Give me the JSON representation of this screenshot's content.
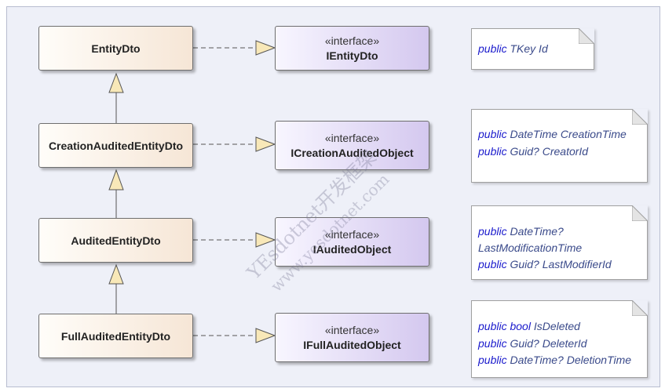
{
  "classes": [
    {
      "name": "EntityDto"
    },
    {
      "name": "CreationAuditedEntityDto"
    },
    {
      "name": "AuditedEntityDto"
    },
    {
      "name": "FullAuditedEntityDto"
    }
  ],
  "interfaces": [
    {
      "stereotype": "«interface»",
      "name": "IEntityDto"
    },
    {
      "stereotype": "«interface»",
      "name": "ICreationAuditedObject"
    },
    {
      "stereotype": "«interface»",
      "name": "IAuditedObject"
    },
    {
      "stereotype": "«interface»",
      "name": "IFullAuditedObject"
    }
  ],
  "notes": [
    {
      "lines": [
        {
          "kw": "public",
          "rest": " TKey Id"
        }
      ]
    },
    {
      "lines": [
        {
          "kw": "public",
          "rest": " DateTime CreationTime"
        },
        {
          "kw": "public",
          "rest": " Guid? CreatorId"
        }
      ]
    },
    {
      "lines": [
        {
          "kw": "public",
          "rest": " DateTime?"
        },
        {
          "kw": "",
          "rest": "LastModificationTime"
        },
        {
          "kw": "public",
          "rest": " Guid? LastModifierId"
        }
      ]
    },
    {
      "lines": [
        {
          "kw": "public bool",
          "rest": " IsDeleted"
        },
        {
          "kw": "public",
          "rest": " Guid? DeleterId"
        },
        {
          "kw": "public",
          "rest": " DateTime? DeletionTime"
        }
      ]
    }
  ],
  "watermark": {
    "line1": "YEsdotnet开发框架",
    "line2": "www.yesdotnet.com"
  },
  "colors": {
    "background": "#eef0f8",
    "dto_gradient_end": "#f6e6d6",
    "interface_gradient_end": "#d4c8ef",
    "arrow_fill": "#f8e8b8",
    "note_keyword": "#1a1acc"
  }
}
